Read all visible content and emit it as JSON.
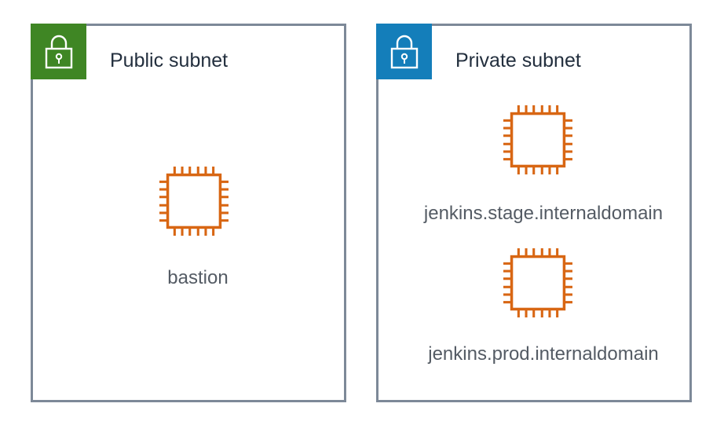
{
  "subnets": {
    "public": {
      "title": "Public subnet",
      "badge_color": "#3f8624",
      "icon": "lock-icon",
      "instances": [
        {
          "label": "bastion",
          "icon": "ec2-instance-icon"
        }
      ]
    },
    "private": {
      "title": "Private subnet",
      "badge_color": "#147eba",
      "icon": "lock-icon",
      "instances": [
        {
          "label": "jenkins.stage.internaldomain",
          "icon": "ec2-instance-icon"
        },
        {
          "label": "jenkins.prod.internaldomain",
          "icon": "ec2-instance-icon"
        }
      ]
    }
  },
  "colors": {
    "border": "#7d8998",
    "instance_icon": "#d86613",
    "title_text": "#232f3e",
    "label_text": "#545b64"
  }
}
